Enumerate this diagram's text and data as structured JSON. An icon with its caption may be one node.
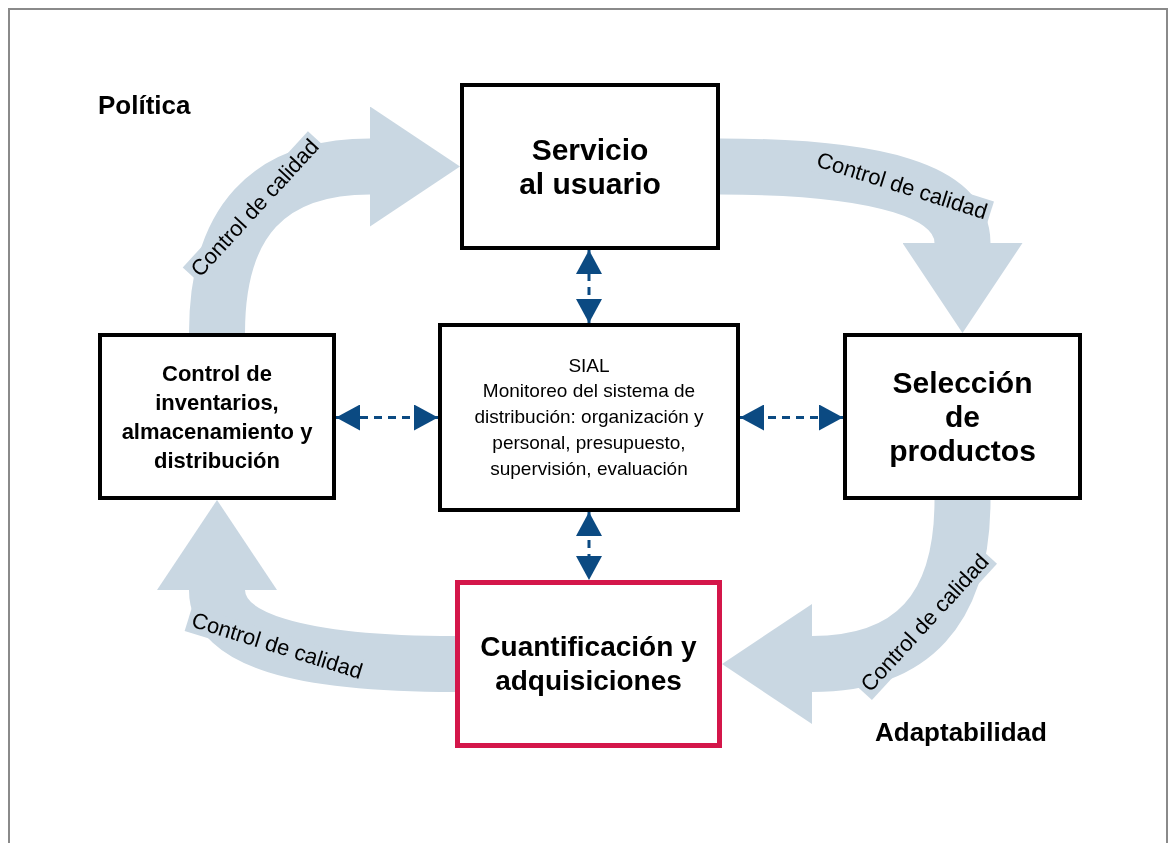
{
  "diagram": {
    "nodes": [
      {
        "text": [
          "Servicio al usuario"
        ]
      },
      {
        "text": [
          "SIAL",
          "Monitoreo del sistema de distribución: organización y personal, presupuesto, supervisión, evaluación"
        ]
      },
      {
        "text": [
          "Control de inventarios, almacenamiento y distribución"
        ]
      },
      {
        "text": [
          "Selección de productos"
        ]
      },
      {
        "text": [
          "Cuantificación y adquisiciones"
        ]
      }
    ],
    "edges": [
      {
        "from": 0,
        "to": 3,
        "arrow": "to",
        "label": "Control de calidad",
        "style": "thick",
        "color": "#c9d7e2"
      },
      {
        "from": 3,
        "to": 4,
        "arrow": "to",
        "label": "Control de calidad",
        "style": "thick",
        "color": "#c9d7e2"
      },
      {
        "from": 4,
        "to": 2,
        "arrow": "to",
        "label": "Control de calidad",
        "style": "thick",
        "color": "#c9d7e2"
      },
      {
        "from": 2,
        "to": 0,
        "arrow": "to",
        "label": "Control de calidad",
        "style": "thick",
        "color": "#c9d7e2"
      },
      {
        "from": 1,
        "to": 0,
        "arrow": "both",
        "style": "dashed",
        "color": "#0b4a82"
      },
      {
        "from": 1,
        "to": 2,
        "arrow": "both",
        "style": "dashed",
        "color": "#0b4a82"
      },
      {
        "from": 1,
        "to": 3,
        "arrow": "both",
        "style": "dashed",
        "color": "#0b4a82"
      },
      {
        "from": 1,
        "to": 4,
        "arrow": "both",
        "style": "dashed",
        "color": "#0b4a82"
      }
    ],
    "labels": [
      "Política",
      "Adaptabilidad"
    ]
  }
}
